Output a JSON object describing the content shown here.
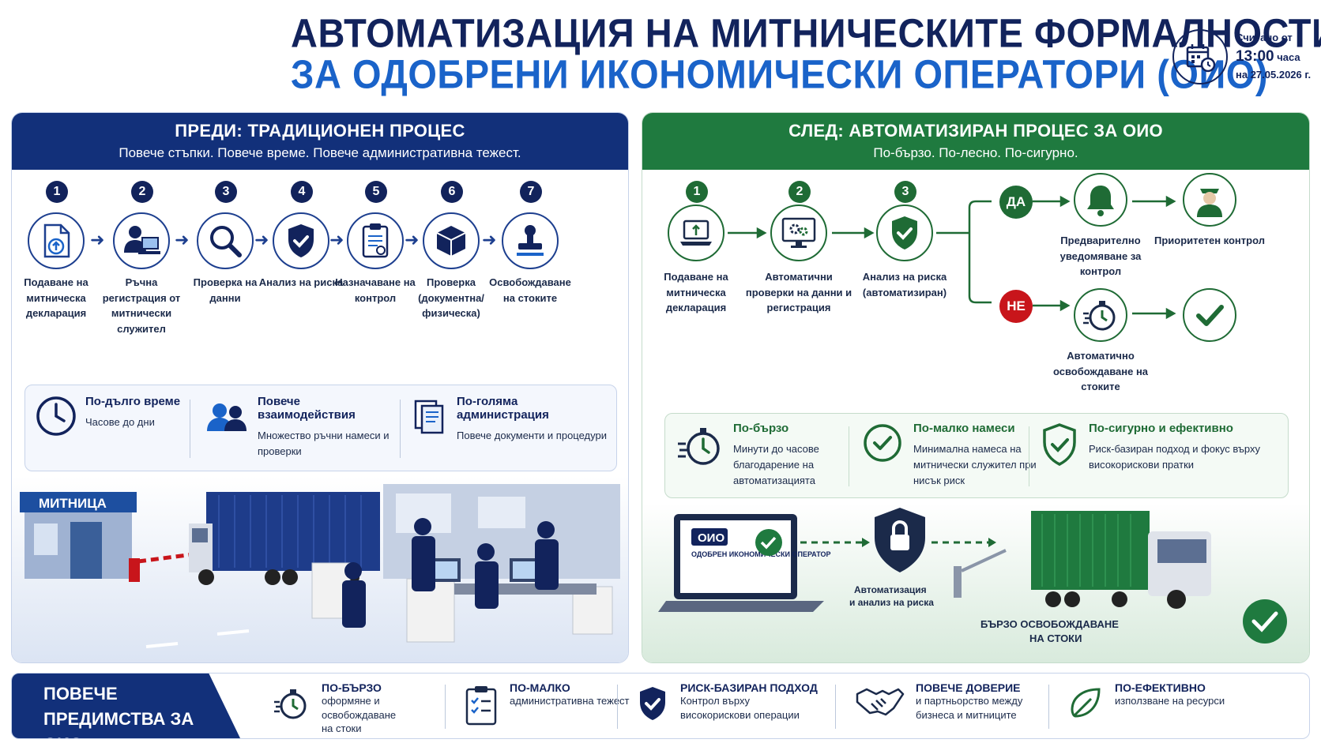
{
  "header": {
    "title_line1": "АВТОМАТИЗАЦИЯ НА МИТНИЧЕСКИТЕ ФОРМАЛНОСТИ",
    "title_line2": "ЗА ОДОБРЕНИ ИКОНОМИЧЕСКИ ОПЕРАТОРИ (ОИО)",
    "date_prefix": "Считано от",
    "date_time": "13:00",
    "date_time_suffix": " часа",
    "date_day": "на 27.05.2026 г."
  },
  "before": {
    "title": "ПРЕДИ: ТРАДИЦИОНЕН ПРОЦЕС",
    "subtitle": "Повече стъпки. Повече време. Повече административна тежест.",
    "steps": [
      {
        "num": "1",
        "label": "Подаване на митническа декларация",
        "icon": "document-upload-icon"
      },
      {
        "num": "2",
        "label": "Ръчна регистрация от митнически служител",
        "icon": "officer-computer-icon"
      },
      {
        "num": "3",
        "label": "Проверка на данни",
        "icon": "magnifier-icon"
      },
      {
        "num": "4",
        "label": "Анализ на риска",
        "icon": "shield-check-icon"
      },
      {
        "num": "5",
        "label": "Назначаване на контрол",
        "icon": "clipboard-icon"
      },
      {
        "num": "6",
        "label": "Проверка (документна/ физическа)",
        "icon": "package-icon"
      },
      {
        "num": "7",
        "label": "Освобождаване на стоките",
        "icon": "stamp-icon"
      }
    ],
    "info": [
      {
        "title": "По-дълго време",
        "desc": "Часове до дни",
        "icon": "clock-icon"
      },
      {
        "title": "Повече взаимодействия",
        "desc": "Множество ръчни намеси и проверки",
        "icon": "people-icon"
      },
      {
        "title": "По-голяма администрация",
        "desc": "Повече документи и процедури",
        "icon": "documents-icon"
      }
    ],
    "scene_sign": "МИТНИЦА"
  },
  "after": {
    "title": "СЛЕД: АВТОМАТИЗИРАН ПРОЦЕС ЗА ОИО",
    "subtitle": "По-бързо. По-лесно. По-сигурно.",
    "steps": [
      {
        "num": "1",
        "label": "Подаване на митническа декларация",
        "icon": "laptop-upload-icon"
      },
      {
        "num": "2",
        "label": "Автоматични проверки на данни и регистрация",
        "icon": "monitor-gears-icon"
      },
      {
        "num": "3",
        "label": "Анализ на риска (автоматизиран)",
        "icon": "shield-check-icon"
      }
    ],
    "yes_label": "ДА",
    "no_label": "НЕ",
    "yes_steps": [
      {
        "label": "Предварително уведомяване за контрол",
        "icon": "bell-icon"
      },
      {
        "label": "Приоритетен контрол",
        "icon": "officer-icon"
      }
    ],
    "no_steps": [
      {
        "label": "Автоматично освобождаване на стоките",
        "icon": "stopwatch-icon"
      },
      {
        "label": "",
        "icon": "check-icon"
      }
    ],
    "info": [
      {
        "title": "По-бързо",
        "desc": "Минути до часове благодарение на автоматизацията",
        "icon": "stopwatch-icon"
      },
      {
        "title": "По-малко намеси",
        "desc": "Минимална намеса на митнически служител при нисък риск",
        "icon": "check-circle-icon"
      },
      {
        "title": "По-сигурно и ефективно",
        "desc": "Риск-базиран подход и фокус върху високорискови пратки",
        "icon": "shield-check-icon"
      }
    ],
    "laptop_badge": "ОИО",
    "laptop_text": "ОДОБРЕН ИКОНОМИЧЕСКИ ОПЕРАТОР",
    "lock_label": "Автоматизация и анализ на риска",
    "release_label": "БЪРЗО ОСВОБОЖДАВАНЕ НА СТОКИ"
  },
  "benefits": {
    "label": "ПОВЕЧЕ ПРЕДИМСТВА ЗА ОИО.",
    "items": [
      {
        "title": "ПО-БЪРЗО",
        "desc": "оформяне и освобождаване на стоки",
        "icon": "stopwatch-icon"
      },
      {
        "title": "ПО-МАЛКО",
        "desc": "административна тежест",
        "icon": "checklist-icon"
      },
      {
        "title": "РИСК-БАЗИРАН ПОДХОД",
        "desc": "Контрол върху високорискови операции",
        "icon": "shield-check-icon"
      },
      {
        "title": "ПОВЕЧЕ ДОВЕРИЕ",
        "desc": "и партньорство между бизнеса и митниците",
        "icon": "handshake-icon"
      },
      {
        "title": "ПО-ЕФЕКТИВНО",
        "desc": "използване на ресурси",
        "icon": "leaf-icon"
      }
    ]
  },
  "colors": {
    "navy": "#12235c",
    "blue": "#1a63c9",
    "green": "#1f7a3f",
    "red": "#c8151b"
  }
}
